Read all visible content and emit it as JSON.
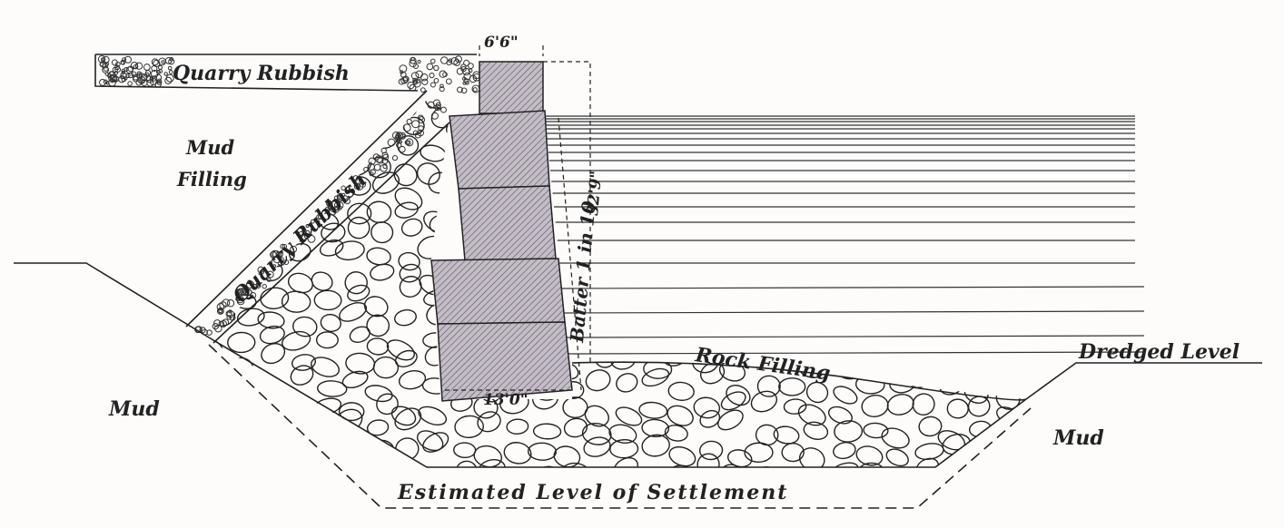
{
  "labels": {
    "top_width": "6'6\"",
    "quarry_rubbish_top": "Quarry Rubbish",
    "quarry_rubbish_slope": "Quarry Rubbish",
    "mud_filling_1": "Mud",
    "mud_filling_2": "Filling",
    "batter": "Batter 1 in 10",
    "height": "32'9\"",
    "base_width": "13'0\"",
    "rock_filling": "Rock Filling",
    "dredged_level": "Dredged Level",
    "mud_left": "Mud",
    "mud_right": "Mud",
    "settlement": "Estimated Level of Settlement"
  },
  "colors": {
    "ink": "#222222",
    "paper": "#fdfcfb",
    "block_fill": "#b9b2bd"
  }
}
